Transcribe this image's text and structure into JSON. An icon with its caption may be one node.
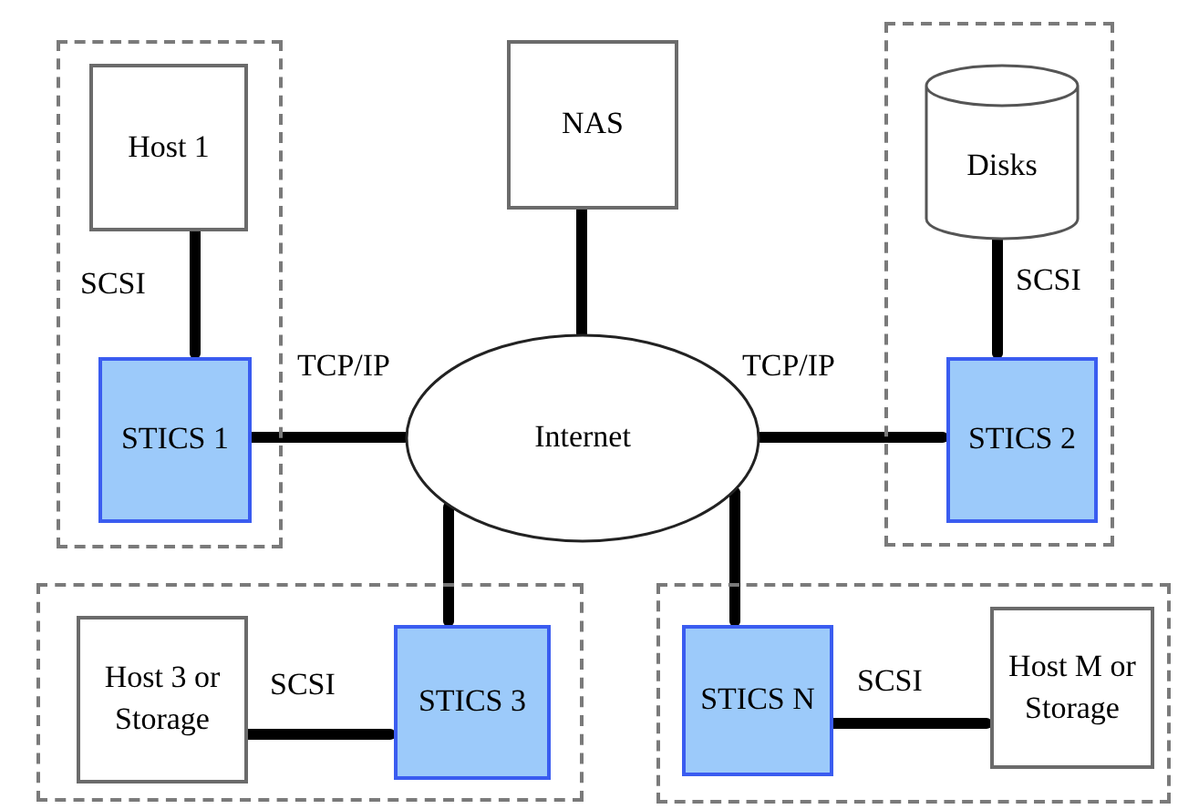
{
  "diagram": {
    "nodes": [
      {
        "text": [],
        "shape": "box"
      },
      {
        "text": [
          "Host 1"
        ],
        "in": 0
      },
      {
        "text": [
          "STICS 1"
        ],
        "in": 0
      },
      {
        "text": [
          "NAS"
        ]
      },
      {
        "text": [],
        "shape": "box"
      },
      {
        "text": [
          "Disks"
        ],
        "in": 4
      },
      {
        "text": [
          "STICS 2"
        ],
        "in": 4
      },
      {
        "text": [
          "Internet"
        ]
      },
      {
        "text": [],
        "shape": "box"
      },
      {
        "text": [
          "Host 3 or Storage"
        ],
        "in": 8
      },
      {
        "text": [
          "STICS 3"
        ],
        "in": 8
      },
      {
        "text": [],
        "shape": "box"
      },
      {
        "text": [
          "STICS N"
        ],
        "in": 11
      },
      {
        "text": [
          "Host M or Storage"
        ],
        "in": 11
      }
    ],
    "edges": [
      {
        "from": 1,
        "to": 2,
        "arrow": "none",
        "label": "SCSI"
      },
      {
        "from": 2,
        "to": 7,
        "arrow": "none",
        "label": "TCP/IP"
      },
      {
        "from": 3,
        "to": 7,
        "arrow": "none"
      },
      {
        "from": 5,
        "to": 6,
        "arrow": "none",
        "label": "SCSI"
      },
      {
        "from": 7,
        "to": 6,
        "arrow": "none",
        "label": "TCP/IP"
      },
      {
        "from": 7,
        "to": 10,
        "arrow": "none"
      },
      {
        "from": 7,
        "to": 12,
        "arrow": "none"
      },
      {
        "from": 10,
        "to": 9,
        "arrow": "none",
        "label": "SCSI"
      },
      {
        "from": 12,
        "to": 13,
        "arrow": "none",
        "label": "SCSI"
      }
    ]
  }
}
